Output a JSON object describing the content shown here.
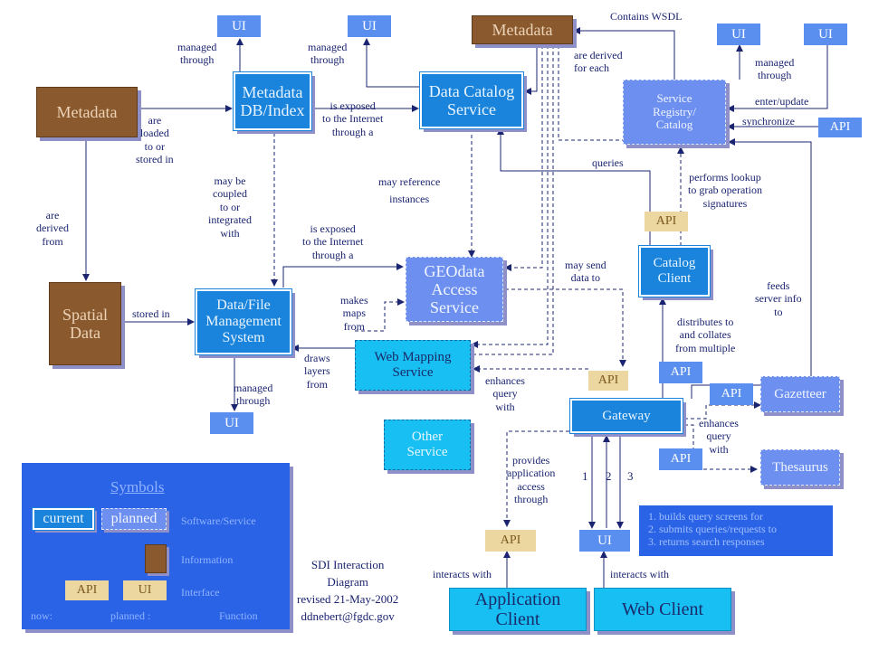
{
  "nodes": {
    "metadata_main": "Metadata",
    "metadata_top": "Metadata",
    "spatial_data": "Spatial\nData",
    "metadata_db": "Metadata\nDB/Index",
    "data_catalog": "Data Catalog\nService",
    "service_registry": "Service\nRegistry/\nCatalog",
    "geodata_access": "GEOdata\nAccess\nService",
    "data_file_mgmt": "Data/File\nManagement\nSystem",
    "web_mapping": "Web Mapping\nService",
    "other_service": "Other\nService",
    "catalog_client": "Catalog\nClient",
    "gateway": "Gateway",
    "gazetteer": "Gazetteer",
    "thesaurus": "Thesaurus",
    "application_client": "Application\nClient",
    "web_client": "Web Client"
  },
  "interfaces": {
    "ui": "UI",
    "api": "API"
  },
  "labels": {
    "managed_through": "managed\nthrough",
    "managed_through_lower": "managed\nthrough",
    "managed_through_right": "managed\nthrough",
    "are_loaded": "are\nloaded\nto or\nstored in",
    "are_derived_from": "are\nderived\nfrom",
    "stored_in": "stored in",
    "exposed_internet_top": "is exposed\nto the Internet\nthrough a",
    "exposed_internet_mid": "is exposed\nto the Internet\nthrough a",
    "may_be_coupled": "may  be\ncoupled\nto or\nintegrated\nwith",
    "may_reference": "may reference\ninstances",
    "contains_wsdl": "Contains WSDL",
    "are_derived_each": "are derived\nfor each",
    "enter_update": "enter/update",
    "synchronize": "synchronize",
    "queries": "queries",
    "performs_lookup": "performs lookup\nto grab operation\nsignatures",
    "may_send": "may send\ndata to",
    "feeds_server": "feeds\nserver info\nto",
    "makes_maps": "makes\nmaps\nfrom",
    "draws_layers": "draws\nlayers\nfrom",
    "distributes": "distributes to\nand collates\nfrom multiple",
    "enhances_query_left": "enhances\nquery\nwith",
    "enhances_query_right": "enhances\nquery\nwith",
    "provides_access": "provides\napplication\naccess\nthrough",
    "interacts_with_left": "interacts with",
    "interacts_with_right": "interacts with",
    "step_1": "1",
    "step_2": "2",
    "step_3": "3"
  },
  "notes": [
    "1. builds query screens for",
    "2. submits queries/requests to",
    "3. returns search responses"
  ],
  "legend": {
    "title": "Symbols",
    "current": "current",
    "planned": "planned",
    "software_service": "Software/Service",
    "information": "Information",
    "api": "API",
    "ui": "UI",
    "interface": "Interface",
    "now": "now:",
    "planned_arrow": "planned :",
    "function": "Function"
  },
  "credit": "SDI Interaction\nDiagram\nrevised 21-May-2002\nddnebert@fgdc.gov",
  "colors": {
    "current_fill": "#1a84dc",
    "planned_fill": "#6c8ff0",
    "info_fill": "#8a5a2e",
    "service_cyan": "#18bff2",
    "interface_blue": "#5a8ff0",
    "api_planned": "#ecd7a0",
    "legend_panel": "#2b63e6",
    "line": "#1a2470"
  }
}
